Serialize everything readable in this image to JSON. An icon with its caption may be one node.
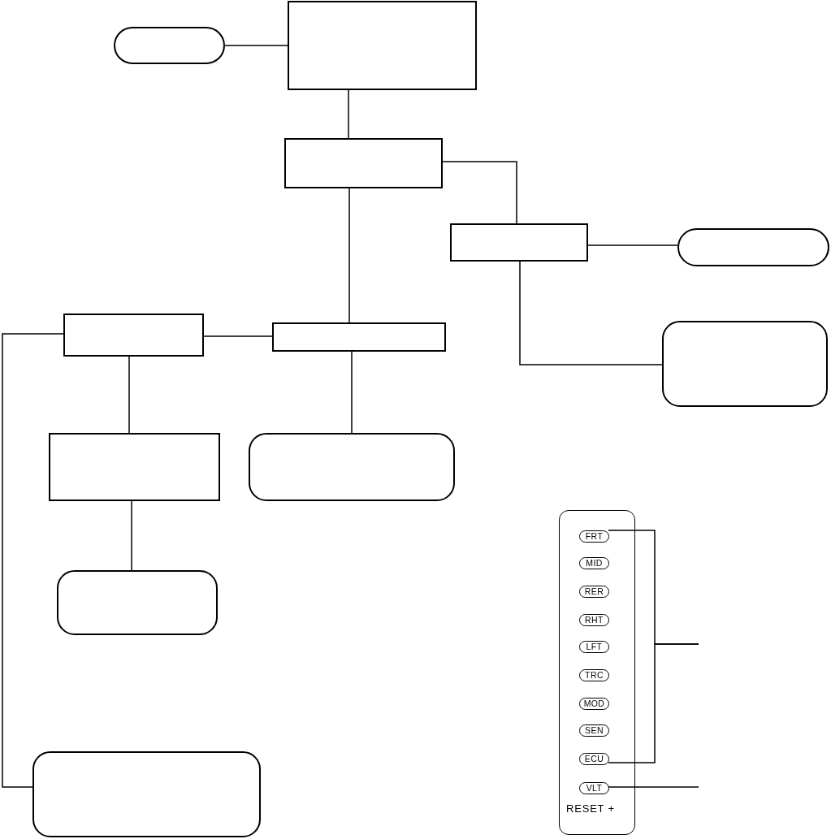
{
  "diagram": {
    "nodes": [
      {
        "text": [],
        "shape": "pill"
      },
      {
        "text": [],
        "shape": "box"
      },
      {
        "text": [],
        "shape": "box"
      },
      {
        "text": [],
        "shape": "box"
      },
      {
        "text": [],
        "shape": "pill"
      },
      {
        "text": [],
        "shape": "box"
      },
      {
        "text": [],
        "shape": "box"
      },
      {
        "text": [],
        "shape": "rounded"
      },
      {
        "text": [],
        "shape": "box"
      },
      {
        "text": [],
        "shape": "rounded"
      },
      {
        "text": [
          "RESET +"
        ]
      },
      {
        "text": [
          "FRT"
        ],
        "in": 10
      },
      {
        "text": [
          "MID"
        ],
        "in": 10
      },
      {
        "text": [
          "RER"
        ],
        "in": 10
      },
      {
        "text": [
          "RHT"
        ],
        "in": 10
      },
      {
        "text": [
          "LFT"
        ],
        "in": 10
      },
      {
        "text": [
          "TRC"
        ],
        "in": 10
      },
      {
        "text": [
          "MOD"
        ],
        "in": 10
      },
      {
        "text": [
          "SEN"
        ],
        "in": 10
      },
      {
        "text": [
          "ECU"
        ],
        "in": 10
      },
      {
        "text": [
          "VLT"
        ],
        "in": 10
      },
      {
        "text": [],
        "shape": "rounded"
      },
      {
        "text": [],
        "shape": "rounded"
      }
    ],
    "edges": [
      {
        "from": 0,
        "to": 1,
        "arrow": "none"
      },
      {
        "from": 1,
        "to": 2,
        "arrow": "none"
      },
      {
        "from": 2,
        "to": 3,
        "arrow": "none"
      },
      {
        "from": 2,
        "to": 6,
        "arrow": "none"
      },
      {
        "from": 3,
        "to": 4,
        "arrow": "none"
      },
      {
        "from": 3,
        "to": 7,
        "arrow": "none"
      },
      {
        "from": 5,
        "to": 6,
        "arrow": "none"
      },
      {
        "from": 6,
        "to": 9,
        "arrow": "none"
      },
      {
        "from": 5,
        "to": 8,
        "arrow": "none"
      },
      {
        "from": 8,
        "to": 21,
        "arrow": "none"
      },
      {
        "from": 5,
        "to": 22,
        "arrow": "none"
      },
      {
        "from": null,
        "to": 11,
        "arrow": "none"
      },
      {
        "from": null,
        "to": 19,
        "arrow": "none"
      },
      {
        "from": null,
        "to": 20,
        "arrow": "none"
      }
    ]
  }
}
